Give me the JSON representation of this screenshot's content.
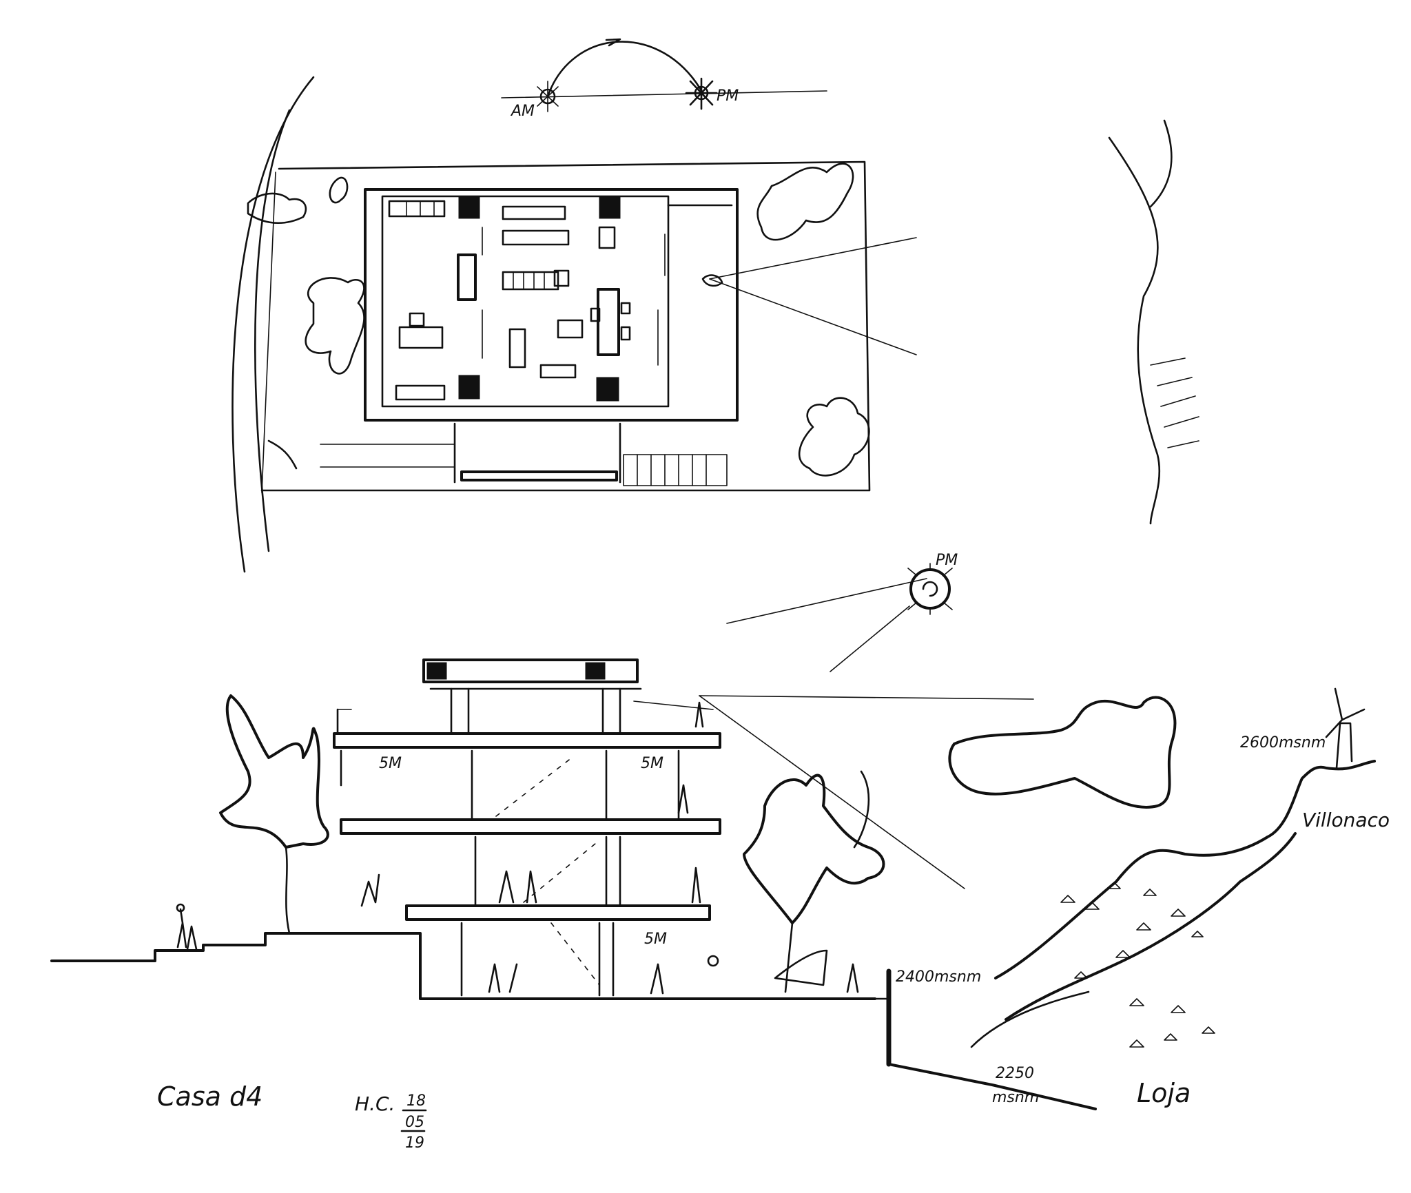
{
  "plan": {
    "sun_am": "AM",
    "sun_pm": "PM"
  },
  "section": {
    "sun_pm": "PM",
    "level_top": "5M",
    "level_top_right": "5M",
    "level_bottom": "5M",
    "ground_elev": "2400msnm",
    "lower_elev_value": "2250",
    "lower_elev_unit": "msnm",
    "hill_elev": "2600msnm",
    "hill_name": "Villonaco",
    "city_name": "Loja"
  },
  "caption": {
    "title": "Casa d4",
    "initials": "H.C.",
    "date_day": "18",
    "date_month": "05",
    "date_year": "19"
  }
}
